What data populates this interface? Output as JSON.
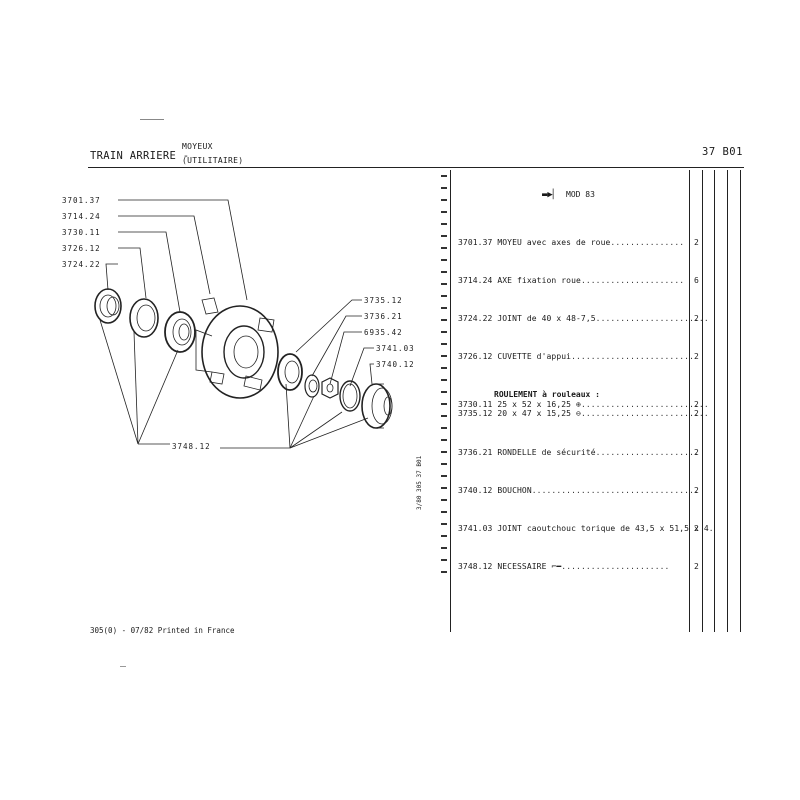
{
  "header": {
    "title": "TRAIN ARRIERE -",
    "subtitle_line1": "MOYEUX",
    "subtitle_line2": "(UTILITAIRE)",
    "page_ref": "37 B01"
  },
  "model_marker": "MOD 83",
  "parts": [
    {
      "ref": "3701.37",
      "desc": "MOYEU avec axes de roue",
      "dots": "...............",
      "qty": "2"
    },
    {
      "ref": "3714.24",
      "desc": "AXE fixation roue",
      "dots": ".....................",
      "qty": "6"
    },
    {
      "ref": "3724.22",
      "desc": "JOINT de 40 x 48-7,5",
      "dots": ".......................",
      "qty": "2"
    },
    {
      "ref": "3726.12",
      "desc": "CUVETTE d'appui",
      "dots": ".........................",
      "qty": "2"
    },
    {
      "ref": "3730.11",
      "desc": "25 x 52 x 16,25",
      "dots": "..........................",
      "qty": "2"
    },
    {
      "ref": "3735.12",
      "desc": "20 x 47 x 15,25",
      "dots": "..........................",
      "qty": "2"
    },
    {
      "ref": "3736.21",
      "desc": "RONDELLE de sécurité",
      "dots": ".....................",
      "qty": "2"
    },
    {
      "ref": "3740.12",
      "desc": "BOUCHON",
      "dots": "..................................",
      "qty": "2"
    },
    {
      "ref": "3741.03",
      "desc": "JOINT caoutchouc torique de 43,5 x 51,5 x 4",
      "dots": ".",
      "qty": "2"
    },
    {
      "ref": "3748.12",
      "desc": "NECESSAIRE",
      "dots": "......................",
      "qty": "2"
    }
  ],
  "bearing_heading": "ROULEMENT à rouleaux :",
  "callouts_left": [
    "3701.37",
    "3714.24",
    "3730.11",
    "3726.12",
    "3724.22"
  ],
  "callouts_right": [
    "3735.12",
    "3736.21",
    "6935.42",
    "3741.03",
    "3740.12"
  ],
  "callout_bottom": "3748.12",
  "margin_code": "3/80 305 37 B01",
  "footer": "305(0) - 07/82 Printed in France"
}
